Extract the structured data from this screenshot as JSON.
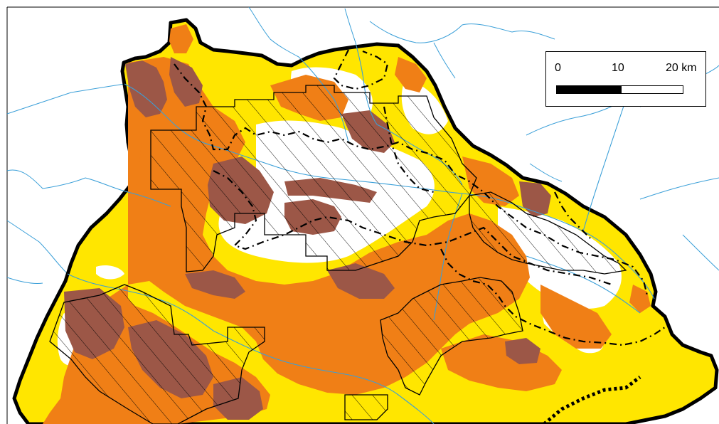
{
  "map": {
    "colors": {
      "yellow": "#ffe600",
      "orange": "#f07f16",
      "brown": "#9c5747",
      "river": "#3a9fd8",
      "boundary": "#000000"
    },
    "scale_bar": {
      "ticks": [
        "0",
        "10",
        "20 km"
      ]
    }
  }
}
